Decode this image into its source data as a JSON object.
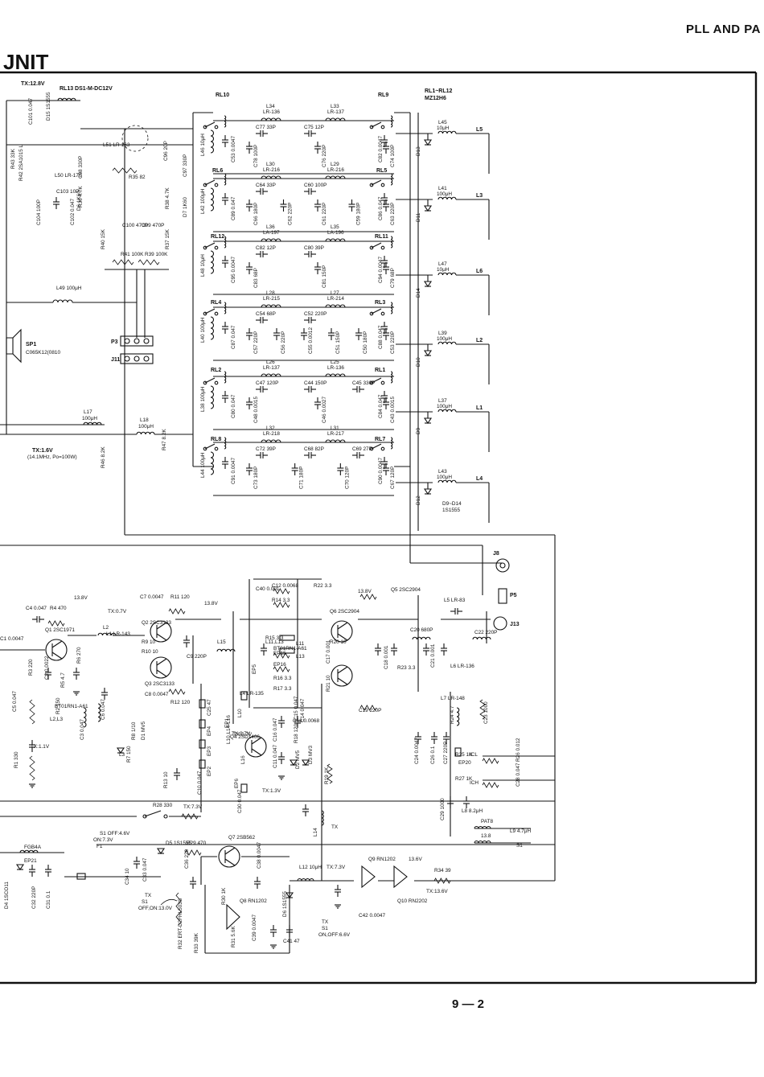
{
  "header": {
    "section": "PLL AND PA"
  },
  "title": "JNIT",
  "footer": {
    "page": "9 — 2"
  },
  "relays": {
    "group_label": "RL1~RL12",
    "group_part": "MZ12H6",
    "RL13": "RL13  DS1-M-DC12V",
    "labels": [
      "RL10",
      "RL9",
      "RL6",
      "RL5",
      "RL12",
      "RL11",
      "RL4",
      "RL3",
      "RL2",
      "RL1",
      "RL8",
      "RL7"
    ]
  },
  "lpf_rows": [
    {
      "coils": [
        "L34 LR-136",
        "L33 LR-137"
      ],
      "caps": [
        "C77 33P",
        "C75 12P"
      ],
      "shunts": [
        "C78 100P",
        "C76 220P",
        "C74 100P"
      ],
      "in": "L46 10μH",
      "out_cap": "C53 0.0047",
      "out_cap_r": "C82 0.0047"
    },
    {
      "coils": [
        "L30 LR-216",
        "L29 LR-216"
      ],
      "caps": [
        "C64 33P",
        "C60 100P"
      ],
      "shunts": [
        "C66 180P",
        "C62 220P",
        "C61 220P",
        "C59 180P",
        "C63 220P"
      ],
      "in": "L42 100μH",
      "out_cap": "C89 0.047",
      "out_cap_r": "C86 0.047"
    },
    {
      "coils": [
        "L36 LA-197",
        "L35 LA-196"
      ],
      "caps": [
        "C82 12P",
        "C80 39P"
      ],
      "shunts": [
        "C83 68P",
        "C81 150P",
        "C79 68P"
      ],
      "in": "L48 10μH",
      "out_cap": "C95 0.0047",
      "out_cap_r": "C94 0.0047"
    },
    {
      "coils": [
        "L28 LR-215",
        "L27 LR-214"
      ],
      "caps": [
        "C54 68P",
        "C52 220P"
      ],
      "shunts": [
        "C57 220P",
        "C56 220P",
        "C55 0.0012",
        "C51 150P",
        "C50 180P",
        "C53 220P"
      ],
      "in": "L40 100μH",
      "out_cap": "C87 0.047",
      "out_cap_r": "C88 0.047"
    },
    {
      "coils": [
        "L26 LR-137",
        "L25 LR-136"
      ],
      "caps": [
        "C47 120P",
        "C44 150P",
        "C45 330P"
      ],
      "shunts": [
        "C48 0.0015",
        "C46 0.0027",
        "C43 0.0015"
      ],
      "in": "L38 100μH",
      "out_cap": "C80 0.047",
      "out_cap_r": "C84 0.047"
    },
    {
      "coils": [
        "L32 LR-218",
        "L31 LR-217"
      ],
      "caps": [
        "C72 39P",
        "C68 82P",
        "C69 27P"
      ],
      "shunts": [
        "C73 180P",
        "C71 180P",
        "C70 120P",
        "C67 120P"
      ],
      "in": "L44 100μH",
      "out_cap": "C91 0.0047",
      "out_cap_r": "C90 0.0047"
    }
  ],
  "outputs": [
    {
      "coil": "L45 10μH",
      "diode": "D13",
      "line": "L5"
    },
    {
      "coil": "L41 100μH",
      "diode": "D11",
      "line": "L3"
    },
    {
      "coil": "L47 10μH",
      "diode": "D14",
      "line": "L6"
    },
    {
      "coil": "L39 100μH",
      "diode": "D10",
      "line": "L2"
    },
    {
      "coil": "L37 100μH",
      "diode": "D9",
      "line": "L1"
    },
    {
      "coil": "L43 100μH",
      "diode": "D12",
      "line": "L4"
    }
  ],
  "diode_note": [
    "D9~D14",
    "1S1555"
  ],
  "left_section": {
    "tx_top": "TX:12.8V",
    "items": [
      "C101 0.047",
      "D15 1S1555",
      "R43 33K",
      "R42 2SA1015 L",
      "L50 LR-170",
      "C103 10P",
      "C104 100P",
      "C102 0.047",
      "D6 1K60",
      "L51 LR-163",
      "R35 82",
      "C96 20P",
      "C97 330P",
      "C98 330P",
      "R36 4.7K",
      "R38 4.7K",
      "D7 1K60",
      "C100 470P",
      "C99 470P",
      "R40 15K",
      "R37 15K",
      "R41 100K",
      "R39 100K",
      "L49 100μH"
    ],
    "sp1": [
      "SP1",
      "C065K12(0810"
    ],
    "p3": "P3",
    "j11": "J11",
    "l17": "L17 100μH",
    "l18": "L18 100μH",
    "r46": "R46 8.2K",
    "r47": "R47 8.2K",
    "tx_16": "TX:1.6V",
    "tx_16_note": "(14.1MHz, Po=100W)"
  },
  "pa": {
    "j8": "J8",
    "p5": "P5",
    "j13": "J13",
    "items": [
      "C4 0.047",
      "R4 470",
      "13.8V",
      "Q1 2SC1971",
      "C1 0.0047",
      "R3 220",
      "C2 0.0022",
      "R5 4.7",
      "R6 270",
      "C5 0.047",
      "R1 330",
      "R2 150",
      "L2,L3",
      "BT01RN1-A61",
      "TX:1.1V",
      "C3 0.047",
      "L2",
      "L1 LR-143",
      "TX:0.7V",
      "C7 0.0047",
      "R11 120",
      "R9 10",
      "R10 10",
      "Q2 2SC3133",
      "Q3 2SC3133",
      "C9 220P",
      "C8 0.0047",
      "R12 120",
      "13.8V",
      "C6 0.047",
      "L3",
      "R7 150",
      "R8 1/10",
      "D1 MV5",
      "C25 47",
      "EP4",
      "EP3",
      "EP2",
      "EP1",
      "R13 10",
      "C10 0.047",
      "L15",
      "L4 LR-135",
      "L10",
      "EP5",
      "C40 0.001",
      "C12 0.0068",
      "R14 3.3",
      "R15 3.3",
      "L11,L13",
      "BT01RN1-A61",
      "EP15",
      "L11",
      "L13",
      "EP16",
      "R16 3.3",
      "R17 3.3",
      "C13 0.0068",
      "C14 0.047",
      "C16 0.047",
      "C11 0.047",
      "C15 0.047",
      "L10,L14-L16",
      "Q4 2SD1406",
      "TX:0.7V",
      "R18 120",
      "D2 MV5",
      "D3 MV3",
      "R19 1K",
      "TX:1.3V",
      "EP6",
      "L16",
      "TX:0.7V",
      "R22 3.3",
      "13.8V",
      "Q5 2SC2904",
      "Q6 2SC2904",
      "R21 10",
      "R20 10",
      "C17 0.001",
      "C18 0.001",
      "R23 3.3",
      "C19 220P",
      "L5 LR-83",
      "C20 680P",
      "C21 0.001",
      "L6 LR-136",
      "C22 220P",
      "L7 LR-148",
      "R24 4.7",
      "C23 1000",
      "C24 0.0047",
      "C26 0.1",
      "C27 220P",
      "EP20",
      "R25 1K",
      "ICL",
      "R26 0.012",
      "R27 1K",
      "ICH",
      "C28 0.047",
      "C29 1000",
      "L8 8.2μH",
      "PAT8",
      "L9 4.7μH",
      "13.8",
      "S1",
      "R28 330",
      "TX:7.3V",
      "C30 0.047",
      "L14",
      "TX",
      "S1 OFF:4.6V",
      "ON:7.3V",
      "F1",
      "FGB4A",
      "EP21",
      "D4 1SCO11",
      "C32 220P",
      "C31 0.1",
      "C34 10",
      "C33 0.047",
      "D5 1S1555",
      "R29 470",
      "Q7 2SB562",
      "C36 220",
      "C38 0.0047",
      "TX",
      "S1",
      "OFF,ON:13.0V",
      "R32 ERT-D2FHL503S",
      "R30 1K",
      "Q8 RN1202",
      "R31 5.6K",
      "C39 0.0047",
      "C41 47",
      "R33 39K",
      "D6 1S1555",
      "TX",
      "S1",
      "ON,OFF:6.6V",
      "L12 10μH",
      "TX:7.3V",
      "Q9 RN1202",
      "C42 0.0047",
      "13.6V",
      "R34 39",
      "Q10 RN2202",
      "TX:13.6V"
    ]
  }
}
